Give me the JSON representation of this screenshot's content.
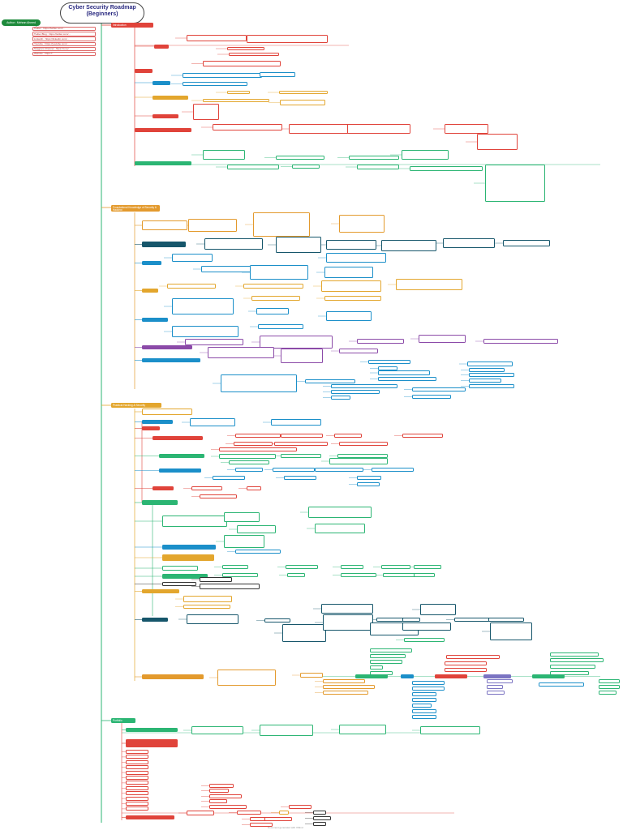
{
  "title": "Cyber Security Roadmap (Beginners)",
  "author": "Author : Mehran Ahmed",
  "references": [
    "Twitter : https://twitter.com/...",
    "Twitter Blog : https://twitter.com/...",
    "LinkedIn : https://linkedin.com/...",
    "Youtube : https://youtube.com/...",
    "Telegram Channel : https://t.me/...",
    "Website : https://..."
  ],
  "sections": [
    {
      "label": "Introduction",
      "color": "#e0433a"
    },
    {
      "label": "Foundational Knowledge of Security & Hacking",
      "color": "#e39a2d"
    },
    {
      "label": "Practical Hacking & Security",
      "color": "#e3a62d"
    },
    {
      "label": "Portfolio",
      "color": "#2bb573"
    }
  ],
  "footer": "Document generated with XMind"
}
